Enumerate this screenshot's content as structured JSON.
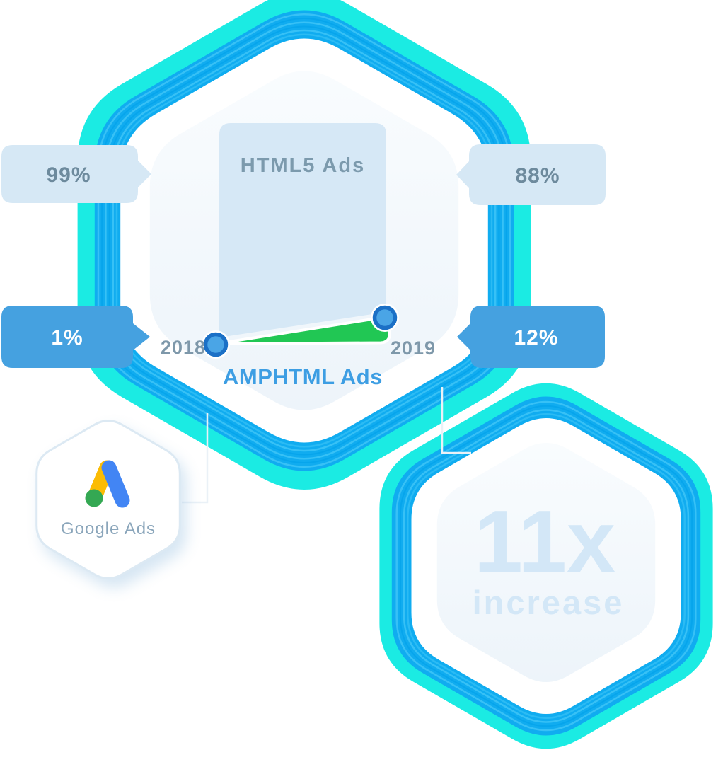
{
  "infographic": {
    "html5_box_label": "HTML5 Ads",
    "amphtml_label": "AMPHTML Ads",
    "year_left": "2018",
    "year_right": "2019",
    "badge_html5_2018": "99%",
    "badge_html5_2019": "88%",
    "badge_amphtml_2018": "1%",
    "badge_amphtml_2019": "12%",
    "google_ads_label": "Google Ads",
    "increase_value": "11x",
    "increase_label": "increase"
  },
  "colors": {
    "cyan_ring": "#1BEBE3",
    "blue_ring": "#10ACF0",
    "ring_stripe_light": "#3EC4F7",
    "ring_stripe_dark": "#00A0E9",
    "light_bubble": "#D6E8F5",
    "blue_bubble": "#45A1E0",
    "bubble_text": "#6D8A9D",
    "html5_box": "#D6E8F6",
    "green_wedge": "#21C754",
    "dot_fill": "#4AA5E6",
    "dot_stroke": "#1B70C6",
    "amphtml_text": "#3D9EE3",
    "muted_text": "#7E98AA",
    "faint_text": "#D3E7F7",
    "google_yellow": "#FBBC04",
    "google_blue": "#4285F4",
    "google_green": "#34A853"
  },
  "chart_data": {
    "type": "area",
    "title": "HTML5 Ads vs AMPHTML Ads share of Google Ads",
    "x": [
      "2018",
      "2019"
    ],
    "series": [
      {
        "name": "HTML5 Ads",
        "values": [
          99,
          88
        ],
        "unit": "%"
      },
      {
        "name": "AMPHTML Ads",
        "values": [
          1,
          12
        ],
        "unit": "%"
      }
    ],
    "annotations": [
      "11x increase",
      "Google Ads"
    ],
    "legend_position": "inline",
    "grid": false
  }
}
